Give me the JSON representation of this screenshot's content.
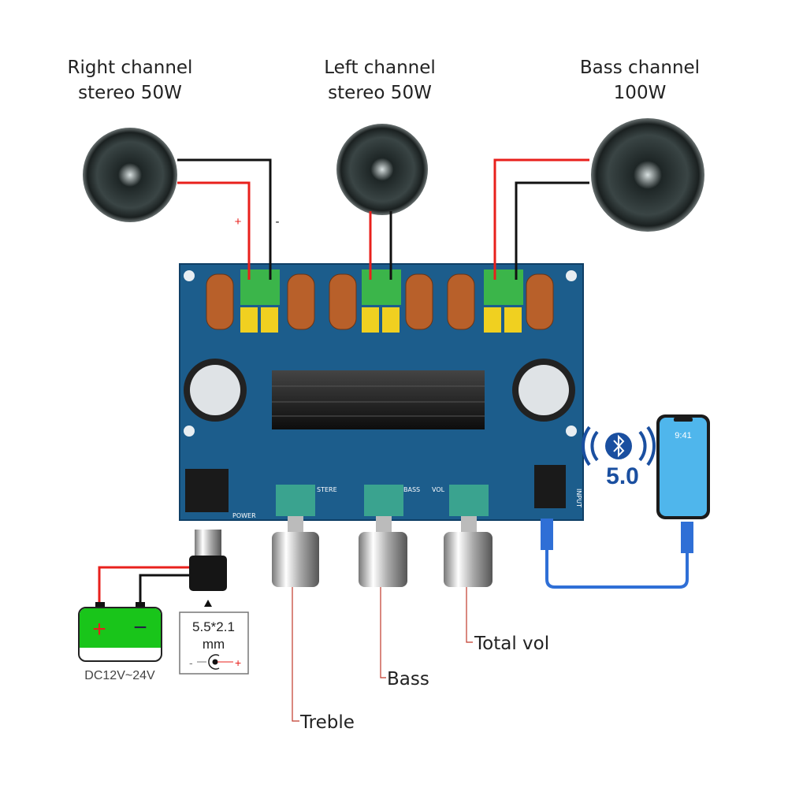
{
  "channels": [
    {
      "line1": "Right channel",
      "line2": "stereo 50W"
    },
    {
      "line1": "Left channel",
      "line2": "stereo 50W"
    },
    {
      "line1": "Bass channel",
      "line2": "100W"
    }
  ],
  "polarity": {
    "plus": "+",
    "minus": "-"
  },
  "board_labels": {
    "stereo": "STERE",
    "bass": "BASS",
    "vol": "VOL",
    "power": "POWER",
    "input": "INPUT"
  },
  "knobs": {
    "treble": "Treble",
    "bass": "Bass",
    "total_vol": "Total vol"
  },
  "power": {
    "battery_plus": "+",
    "battery_minus": "−",
    "voltage": "DC12V~24V",
    "jack_size_line1": "5.5*2.1",
    "jack_size_line2": "mm",
    "jack_minus": "-",
    "jack_plus": "+"
  },
  "bluetooth": {
    "version": "5.0",
    "phone_time": "9:41",
    "icon": "bluetooth-icon"
  },
  "colors": {
    "wire_red": "#e8201c",
    "wire_black": "#111111",
    "board": "#1c5d8c",
    "battery": "#19c51a",
    "bluetooth": "#1a4fa0",
    "cable": "#2f6fd6",
    "phone_screen": "#4fb6ec"
  }
}
